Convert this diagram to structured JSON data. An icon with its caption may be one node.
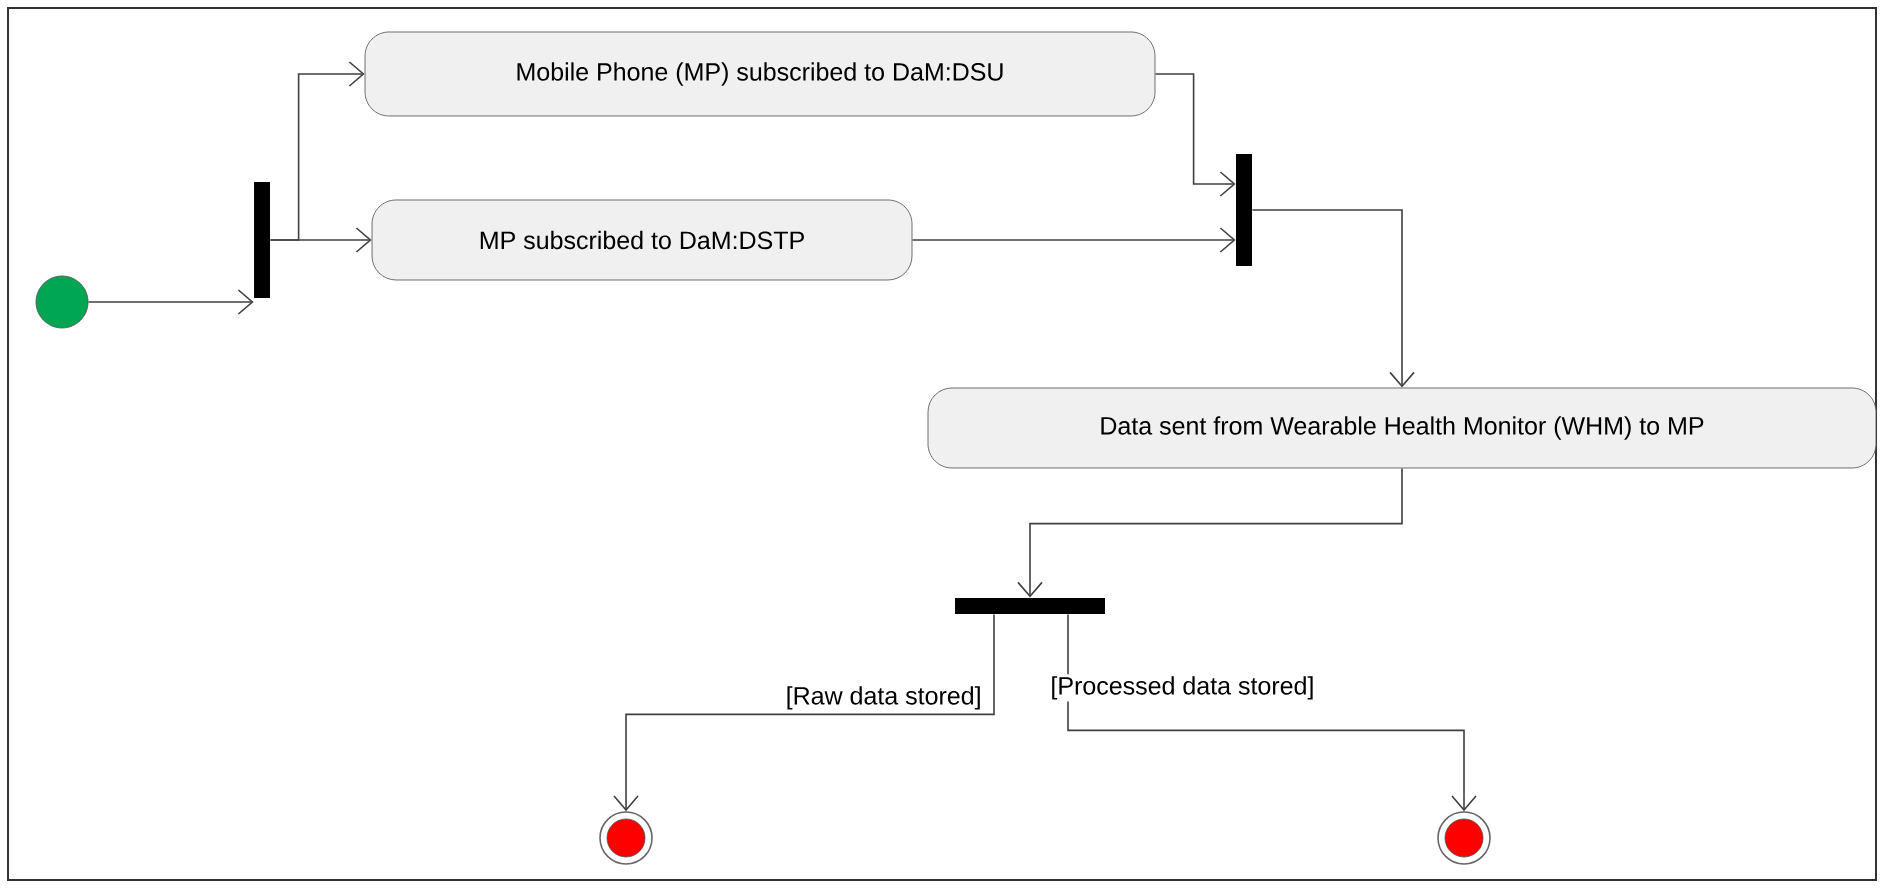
{
  "diagram": {
    "nodes": [
      {
        "text": [],
        "shape": "circle"
      },
      {
        "text": [],
        "shape": "bar"
      },
      {
        "text": [
          "Mobile Phone (MP) subscribed to DaM:DSU"
        ]
      },
      {
        "text": [
          "MP subscribed to DaM:DSTP"
        ]
      },
      {
        "text": [],
        "shape": "bar"
      },
      {
        "text": [
          "Data sent from Wearable Health Monitor (WHM) to MP"
        ]
      },
      {
        "text": [],
        "shape": "bar"
      },
      {
        "text": [],
        "shape": "circle"
      },
      {
        "text": [],
        "shape": "circle"
      }
    ],
    "edges": [
      {
        "from": 0,
        "to": 1,
        "arrow": "to"
      },
      {
        "from": 1,
        "to": 2,
        "arrow": "to"
      },
      {
        "from": 1,
        "to": 3,
        "arrow": "to"
      },
      {
        "from": 2,
        "to": 4,
        "arrow": "to"
      },
      {
        "from": 3,
        "to": 4,
        "arrow": "to"
      },
      {
        "from": 4,
        "to": 5,
        "arrow": "to"
      },
      {
        "from": 5,
        "to": 6,
        "arrow": "to"
      },
      {
        "from": 6,
        "to": 7,
        "arrow": "to",
        "label": "[Raw data stored]"
      },
      {
        "from": 6,
        "to": 8,
        "arrow": "to",
        "label": "[Processed data stored]"
      }
    ]
  }
}
